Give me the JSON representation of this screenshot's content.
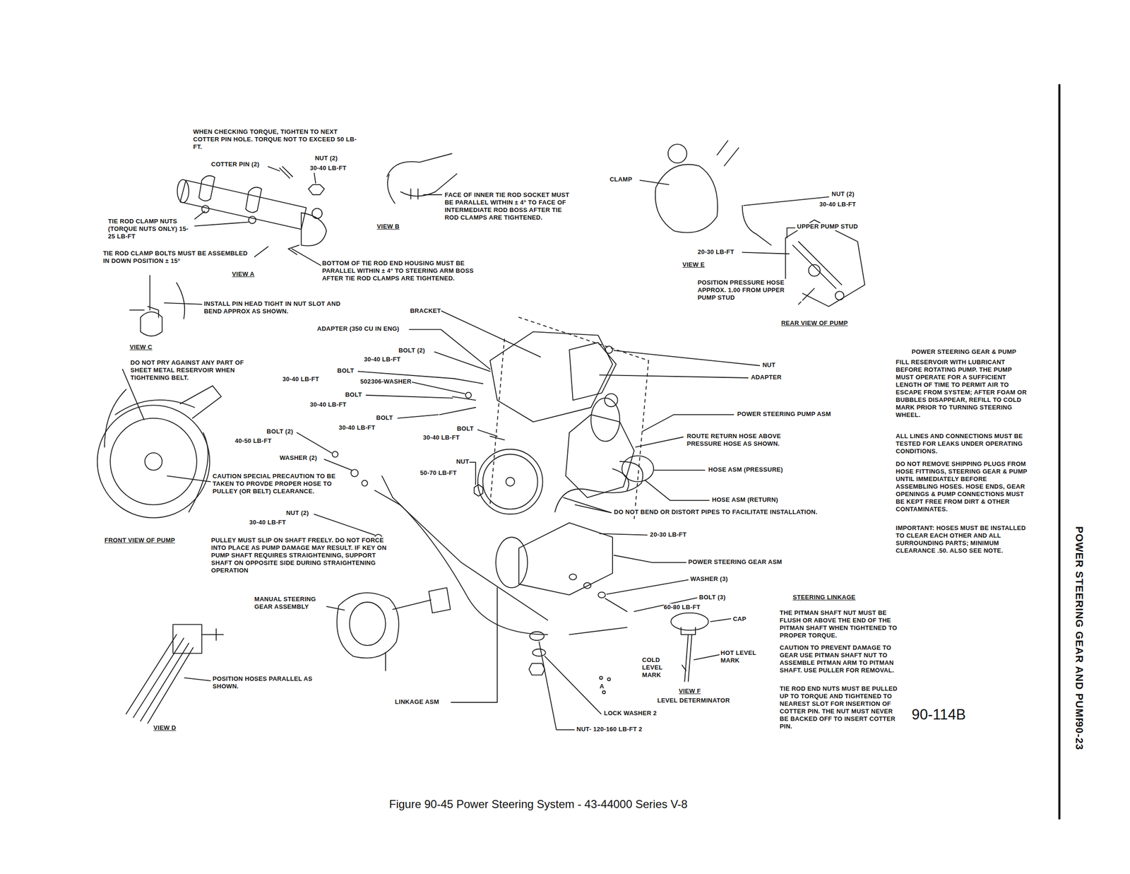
{
  "diagram": {
    "caption": "Figure 90-45 Power Steering System - 43-44000 Series V-8",
    "labels": [
      "WHEN CHECKING TORQUE, TIGHTEN TO NEXT COTTER PIN HOLE. TORQUE NOT TO EXCEED 50 LB-FT.",
      "COTTER PIN (2)",
      "NUT (2)",
      "30-40 LB-FT",
      "TIE ROD CLAMP NUTS (TORQUE NUTS ONLY) 15-25 LB-FT",
      "TIE ROD CLAMP BOLTS MUST BE ASSEMBLED IN DOWN POSITION ± 15°",
      "VIEW A",
      "BOTTOM OF TIE ROD END HOUSING MUST BE PARALLEL WITHIN ± 4° TO STEERING ARM BOSS AFTER TIE ROD CLAMPS ARE TIGHTENED.",
      "FACE OF INNER TIE ROD SOCKET MUST BE PARALLEL WITHIN ± 4° TO FACE OF INTERMEDIATE ROD BOSS AFTER TIE ROD CLAMPS ARE TIGHTENED.",
      "VIEW B",
      "INSTALL PIN HEAD TIGHT IN NUT SLOT AND BEND APPROX AS SHOWN.",
      "VIEW C",
      "DO NOT PRY AGAINST ANY PART OF SHEET METAL RESERVOIR WHEN TIGHTENING BELT.",
      "BRACKET",
      "ADAPTER (350 CU IN ENG)",
      "BOLT (2)",
      "30-40 LB-FT",
      "BOLT",
      "30-40 LB-FT",
      "502306-WASHER",
      "BOLT",
      "30-40 LB-FT",
      "BOLT",
      "30-40 LB-FT",
      "BOLT",
      "30-40 LB-FT",
      "BOLT (2)",
      "40-50 LB-FT",
      "WASHER (2)",
      "NUT",
      "50-70 LB-FT",
      "CAUTION SPECIAL PRECAUTION TO BE TAKEN TO PROVDE PROPER HOSE TO PULLEY (OR BELT) CLEARANCE.",
      "NUT (2)",
      "30-40 LB-FT",
      "FRONT VIEW OF PUMP",
      "PULLEY MUST SLIP ON SHAFT FREELY. DO NOT FORCE INTO PLACE AS PUMP DAMAGE MAY RESULT. IF KEY ON PUMP SHAFT REQUIRES STRAIGHTENING, SUPPORT SHAFT ON OPPOSITE SIDE DURING STRAIGHTENING OPERATION",
      "MANUAL STEERING GEAR ASSEMBLY",
      "POSITION HOSES PARALLEL AS SHOWN.",
      "VIEW D",
      "LINKAGE ASM",
      "A",
      "CLAMP",
      "NUT (2)",
      "30-40 LB-FT",
      "UPPER PUMP STUD",
      "20-30 LB-FT",
      "VIEW E",
      "POSITION PRESSURE HOSE APPROX. 1.00 FROM UPPER PUMP STUD",
      "REAR VIEW OF PUMP",
      "NUT",
      "ADAPTER",
      "POWER STEERING PUMP ASM",
      "ROUTE RETURN HOSE ABOVE PRESSURE HOSE AS SHOWN.",
      "HOSE ASM (PRESSURE)",
      "HOSE ASM (RETURN)",
      "DO NOT BEND OR DISTORT PIPES TO FACILITATE INSTALLATION.",
      "20-30 LB-FT",
      "POWER STEERING GEAR ASM",
      "WASHER (3)",
      "BOLT (3)",
      "60-80 LB-FT",
      "CAP",
      "HOT LEVEL MARK",
      "COLD LEVEL MARK",
      "VIEW F",
      "LEVEL DETERMINATOR",
      "LOCK WASHER 2",
      "NUT- 120-160 LB-FT 2",
      "STEERING LINKAGE",
      "THE PITMAN SHAFT NUT MUST BE FLUSH OR ABOVE THE END OF THE PITMAN SHAFT WHEN TIGHTENED TO PROPER TORQUE.",
      "CAUTION TO PREVENT DAMAGE TO GEAR USE PITMAN SHAFT NUT TO ASSEMBLE PITMAN ARM TO PITMAN SHAFT. USE PULLER FOR REMOVAL.",
      "TIE ROD END NUTS MUST BE PULLED UP TO TORQUE AND TIGHTENED TO NEAREST SLOT FOR INSERTION OF COTTER PIN. THE NUT MUST NEVER BE BACKED OFF TO INSERT COTTER PIN.",
      "90-114B",
      "POWER STEERING GEAR & PUMP",
      "FILL RESERVOIR WITH LUBRICANT BEFORE ROTATING PUMP. THE PUMP MUST OPERATE FOR A SUFFICIENT LENGTH OF TIME TO PERMIT AIR TO ESCAPE FROM SYSTEM; AFTER FOAM OR BUBBLES DISAPPEAR, REFILL TO COLD MARK PRIOR TO TURNING STEERING WHEEL.",
      "ALL LINES AND CONNECTIONS MUST BE TESTED FOR LEAKS UNDER OPERATING CONDITIONS.",
      "DO NOT REMOVE SHIPPING PLUGS FROM HOSE FITTINGS, STEERING GEAR & PUMP UNTIL IMMEDIATELY BEFORE ASSEMBLING HOSES. HOSE ENDS, GEAR OPENINGS & PUMP CONNECTIONS MUST BE KEPT FREE FROM DIRT & OTHER CONTAMINATES.",
      "IMPORTANT: HOSES MUST BE INSTALLED TO CLEAR EACH OTHER AND ALL SURROUNDING PARTS; MINIMUM CLEARANCE .50. ALSO SEE NOTE.",
      "POWER STEERING GEAR AND PUMP",
      "90-23"
    ]
  }
}
